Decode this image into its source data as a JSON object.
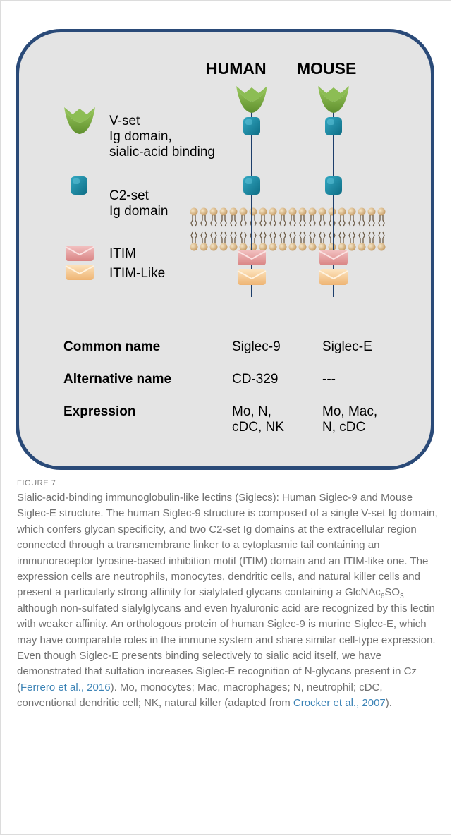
{
  "figure": {
    "headers": {
      "human": "HUMAN",
      "mouse": "MOUSE"
    },
    "legend": {
      "vset": [
        "V-set",
        "Ig domain,",
        "sialic-acid binding"
      ],
      "c2set": [
        "C2-set",
        "Ig domain"
      ],
      "itim": "ITIM",
      "itim_like": "ITIM-Like"
    },
    "table": {
      "rows": [
        {
          "label": "Common name",
          "human": "Siglec-9",
          "mouse": "Siglec-E"
        },
        {
          "label": "Alternative name",
          "human": "CD-329",
          "mouse": "---"
        },
        {
          "label": "Expression",
          "human": "Mo, N,\ncDC, NK",
          "mouse": "Mo, Mac,\nN, cDC"
        }
      ]
    },
    "colors": {
      "panel_bg": "#e4e4e4",
      "panel_border": "#2a4a78",
      "vset": "#7fb04a",
      "c2set": "#1a8aa3",
      "itim": "#e8a0a0",
      "itim_like": "#f6cc98",
      "membrane": "#d8b98a"
    },
    "icons": [
      "v-set-domain-icon",
      "c2-set-domain-icon",
      "itim-icon",
      "itim-like-icon",
      "lipid-bilayer-icon"
    ]
  },
  "caption": {
    "label": "FIGURE 7",
    "p1": "Sialic-acid-binding immunoglobulin-like lectins (Siglecs): Human Siglec-9 and Mouse Siglec-E structure. The human Siglec-9 structure is composed of a single V-set Ig domain, which confers glycan specificity, and two C2-set Ig domains at the extracellular region connected through a transmembrane linker to a cytoplasmic tail containing an immunoreceptor tyrosine-based inhibition motif (ITIM) domain and an ITIM-like one. The expression cells are neutrophils, monocytes, dendritic cells, and natural killer cells and present a particularly strong affinity for sialylated glycans containing a GlcNAc",
    "sub6": "6",
    "so": "SO",
    "sub3": "3",
    "p2": " although non-sulfated sialylglycans and even hyaluronic acid are recognized by this lectin with weaker affinity. An orthologous protein of human Siglec-9 is murine Siglec-E, which may have comparable roles in the immune system and share similar cell-type expression. Even though Siglec-E presents binding selectively to sialic acid itself, we have demonstrated that sulfation increases Siglec-E recognition of N-glycans present in Cz (",
    "ref1": "Ferrero et al., 2016",
    "p3": "). Mo, monocytes; Mac, macrophages; N, neutrophil; cDC, conventional dendritic cell; NK, natural killer (adapted from ",
    "ref2": "Crocker et al., 2007",
    "p4": ")."
  }
}
